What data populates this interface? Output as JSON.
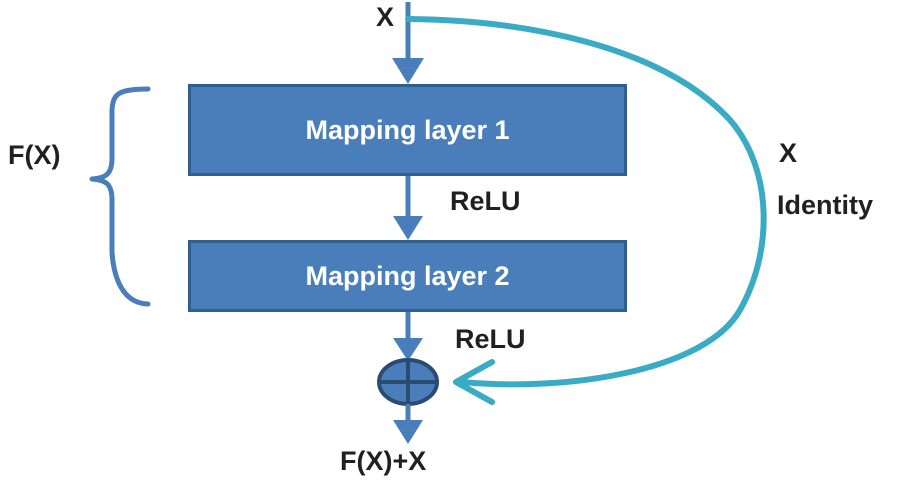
{
  "diagram": {
    "title": "Residual block (ResNet) diagram",
    "colors": {
      "box_fill": "#4a7ebb",
      "box_border": "#2e5f8f",
      "arrow": "#4a7ebb",
      "skip_connection": "#3aabc4",
      "brace": "#4a7ebb",
      "text": "#231f20",
      "box_text": "#ffffff",
      "background": "#ffffff"
    },
    "nodes": [
      {
        "id": "layer1",
        "label": "Mapping layer 1"
      },
      {
        "id": "layer2",
        "label": "Mapping layer 2"
      },
      {
        "id": "add",
        "label": "plus",
        "shape": "ellipse-plus"
      }
    ],
    "labels": {
      "input": "X",
      "relu_1": "ReLU",
      "relu_2": "ReLU",
      "residual_brace": "F(X)",
      "shortcut_value": "X",
      "shortcut_name": "Identity",
      "output": "F(X)+X"
    },
    "icons": {
      "plus_node": "plus-circle-icon",
      "down_arrow": "arrow-down-icon",
      "skip_arrow": "arrow-left-icon",
      "brace": "curly-brace-icon"
    }
  }
}
